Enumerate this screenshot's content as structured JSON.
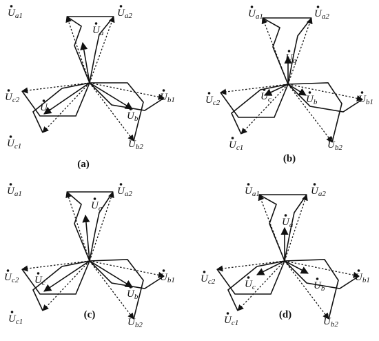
{
  "panels": [
    {
      "caption": "(a)",
      "labels": {
        "Ua1": {
          "base": "U",
          "sub": "a1"
        },
        "Ua2": {
          "base": "U",
          "sub": "a2"
        },
        "Ua": {
          "base": "U",
          "sub": "a"
        },
        "Ub1": {
          "base": "U",
          "sub": "b1"
        },
        "Ub2": {
          "base": "U",
          "sub": "b2"
        },
        "Ub": {
          "base": "U",
          "sub": "b"
        },
        "Uc1": {
          "base": "U",
          "sub": "c1"
        },
        "Uc2": {
          "base": "U",
          "sub": "c2"
        },
        "Uc": {
          "base": "U",
          "sub": "c"
        }
      }
    },
    {
      "caption": "(b)",
      "labels": {
        "Ua1": {
          "base": "U",
          "sub": "a1"
        },
        "Ua2": {
          "base": "U",
          "sub": "a2"
        },
        "Ua": {
          "base": "U",
          "sub": "a"
        },
        "Ub1": {
          "base": "U",
          "sub": "b1"
        },
        "Ub2": {
          "base": "U",
          "sub": "b2"
        },
        "Ub": {
          "base": "U",
          "sub": "b"
        },
        "Uc1": {
          "base": "U",
          "sub": "c1"
        },
        "Uc2": {
          "base": "U",
          "sub": "c2"
        },
        "Uc": {
          "base": "U",
          "sub": "c"
        }
      }
    },
    {
      "caption": "(c)",
      "labels": {
        "Ua1": {
          "base": "U",
          "sub": "a1"
        },
        "Ua2": {
          "base": "U",
          "sub": "a2"
        },
        "Ua": {
          "base": "U",
          "sub": "a"
        },
        "Ub1": {
          "base": "U",
          "sub": "b1"
        },
        "Ub2": {
          "base": "U",
          "sub": "b2"
        },
        "Ub": {
          "base": "U",
          "sub": "b"
        },
        "Uc1": {
          "base": "U",
          "sub": "c1"
        },
        "Uc2": {
          "base": "U",
          "sub": "c2"
        },
        "Uc": {
          "base": "U",
          "sub": "c"
        }
      }
    },
    {
      "caption": "(d)",
      "labels": {
        "Ua1": {
          "base": "U",
          "sub": "a1"
        },
        "Ua2": {
          "base": "U",
          "sub": "a2"
        },
        "Ua": {
          "base": "U",
          "sub": "a"
        },
        "Ub1": {
          "base": "U",
          "sub": "b1"
        },
        "Ub2": {
          "base": "U",
          "sub": "b2"
        },
        "Ub": {
          "base": "U",
          "sub": "b"
        },
        "Uc1": {
          "base": "U",
          "sub": "c1"
        },
        "Uc2": {
          "base": "U",
          "sub": "c2"
        },
        "Uc": {
          "base": "U",
          "sub": "c"
        }
      }
    }
  ]
}
